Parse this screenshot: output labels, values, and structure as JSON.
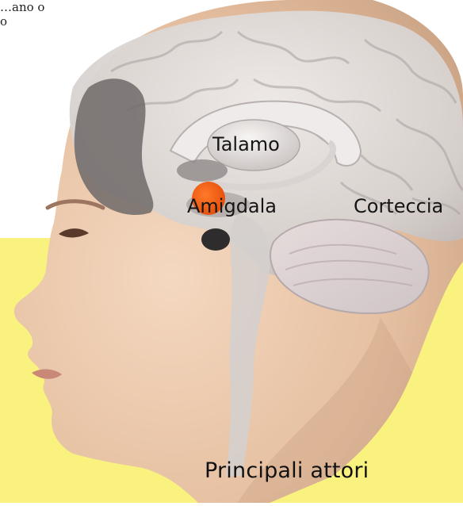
{
  "intro_text": {
    "line1": "…ano  o",
    "line2": "o"
  },
  "labels": {
    "talamo": "Talamo",
    "amigdala": "Amigdala",
    "corteccia": "Corteccia"
  },
  "title": "Principali attori",
  "colors": {
    "yellow_panel": "#FAF27E",
    "amygdala": "#F05A14",
    "skin": "#E9C6A7",
    "brain": "#D9D4D2"
  }
}
